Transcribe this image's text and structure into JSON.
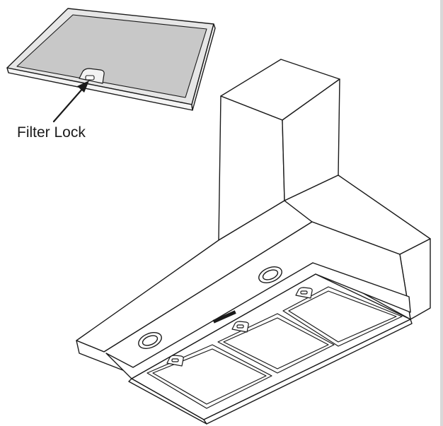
{
  "callout": {
    "label": "Filter Lock"
  },
  "colors": {
    "line": "#1a1a1a",
    "filter_mesh": "#c8c8c8",
    "filter_mesh_shadow": "#b5b5b5",
    "background": "#ffffff"
  },
  "parts": [
    "grease-filter",
    "filter-lock",
    "chimney",
    "hood-canopy",
    "control-panel",
    "light",
    "filter-panel"
  ]
}
